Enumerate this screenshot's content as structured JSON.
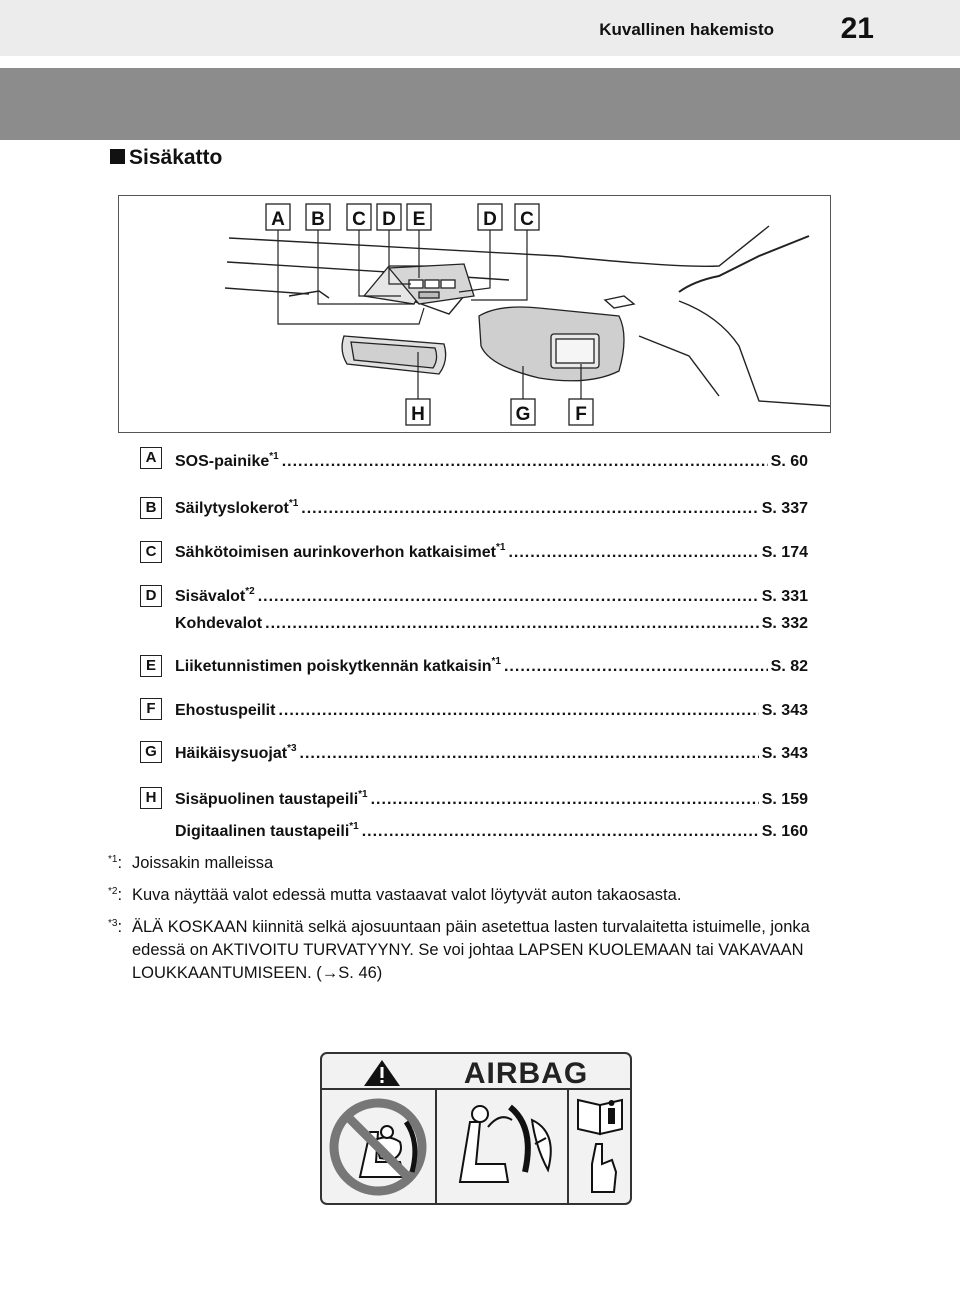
{
  "header": {
    "running_title": "Kuvallinen hakemisto",
    "page_number": "21"
  },
  "section": {
    "title": "Sisäkatto"
  },
  "figure": {
    "callouts_top": [
      "A",
      "B",
      "C",
      "D",
      "E",
      "D",
      "C"
    ],
    "callouts_bottom": [
      "H",
      "G",
      "F"
    ]
  },
  "entries": [
    {
      "letter": "A",
      "lines": [
        {
          "label": "SOS-painike",
          "sup": "*1",
          "ref": "S. 60"
        }
      ]
    },
    {
      "letter": "B",
      "lines": [
        {
          "label": "Säilytyslokerot",
          "sup": "*1",
          "ref": "S. 337"
        }
      ]
    },
    {
      "letter": "C",
      "lines": [
        {
          "label": "Sähkötoimisen aurinkoverhon katkaisimet",
          "sup": "*1",
          "ref": "S. 174"
        }
      ]
    },
    {
      "letter": "D",
      "lines": [
        {
          "label": "Sisävalot",
          "sup": "*2",
          "ref": "S. 331"
        },
        {
          "label": "Kohdevalot",
          "sup": "",
          "ref": "S. 332"
        }
      ]
    },
    {
      "letter": "E",
      "lines": [
        {
          "label": "Liiketunnistimen poiskytkennän katkaisin",
          "sup": "*1",
          "ref": "S. 82"
        }
      ]
    },
    {
      "letter": "F",
      "lines": [
        {
          "label": "Ehostuspeilit",
          "sup": "",
          "ref": "S. 343"
        }
      ]
    },
    {
      "letter": "G",
      "lines": [
        {
          "label": "Häikäisysuojat",
          "sup": "*3",
          "ref": "S. 343"
        }
      ]
    },
    {
      "letter": "H",
      "lines": [
        {
          "label": "Sisäpuolinen taustapeili",
          "sup": "*1",
          "ref": "S. 159"
        },
        {
          "label": "Digitaalinen taustapeili",
          "sup": "*1",
          "ref": "S. 160"
        }
      ]
    }
  ],
  "footnotes": [
    {
      "mark": "*1",
      "text": "Joissakin malleissa"
    },
    {
      "mark": "*2",
      "text": "Kuva näyttää valot edessä mutta vastaavat valot löytyvät auton takaosasta."
    },
    {
      "mark": "*3",
      "text": "ÄLÄ KOSKAAN kiinnitä selkä ajosuuntaan päin asetettua lasten turvalaitetta istuimelle, jonka edessä on AKTIVOITU TURVATYYNY. Se voi johtaa LAPSEN KUOLEMAAN tai VAKAVAAN LOUKKAANTUMISEEN. (→S. 46)"
    }
  ],
  "warning_label": {
    "title": "AIRBAG",
    "colors": {
      "background": "#f2f2f2",
      "border": "#333333",
      "prohibition": "#777777"
    }
  }
}
